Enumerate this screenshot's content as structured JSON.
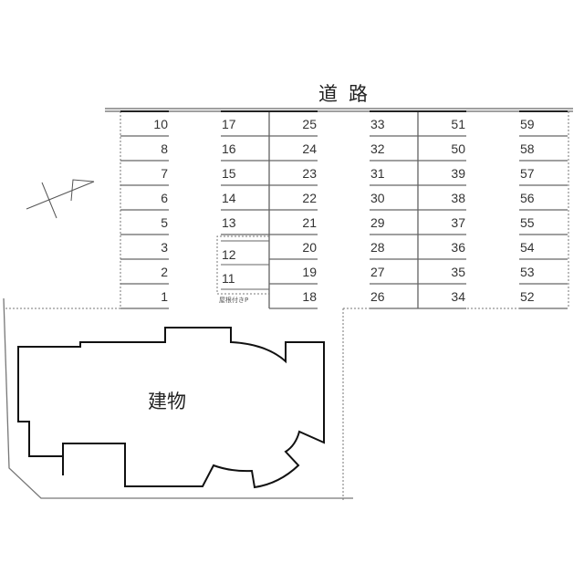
{
  "road_label": "道路",
  "building_label": "建物",
  "roofed_parking_label": "屋根付きP",
  "north_arrow_icon": "north-arrow-icon",
  "columns": [
    {
      "spots": [
        "10",
        "8",
        "7",
        "6",
        "5",
        "3",
        "2",
        "1"
      ],
      "align": "right"
    },
    {
      "spots": [
        "17",
        "16",
        "15",
        "14",
        "13"
      ],
      "roofed_spots": [
        "12",
        "11"
      ],
      "align": "left"
    },
    {
      "spots": [
        "25",
        "24",
        "23",
        "22",
        "21",
        "20",
        "19",
        "18"
      ],
      "align": "right"
    },
    {
      "spots": [
        "33",
        "32",
        "31",
        "30",
        "29",
        "28",
        "27",
        "26"
      ],
      "align": "left"
    },
    {
      "spots": [
        "51",
        "50",
        "39",
        "38",
        "37",
        "36",
        "35",
        "34"
      ],
      "align": "right"
    },
    {
      "spots": [
        "59",
        "58",
        "57",
        "56",
        "55",
        "54",
        "53",
        "52"
      ],
      "align": "left"
    }
  ]
}
